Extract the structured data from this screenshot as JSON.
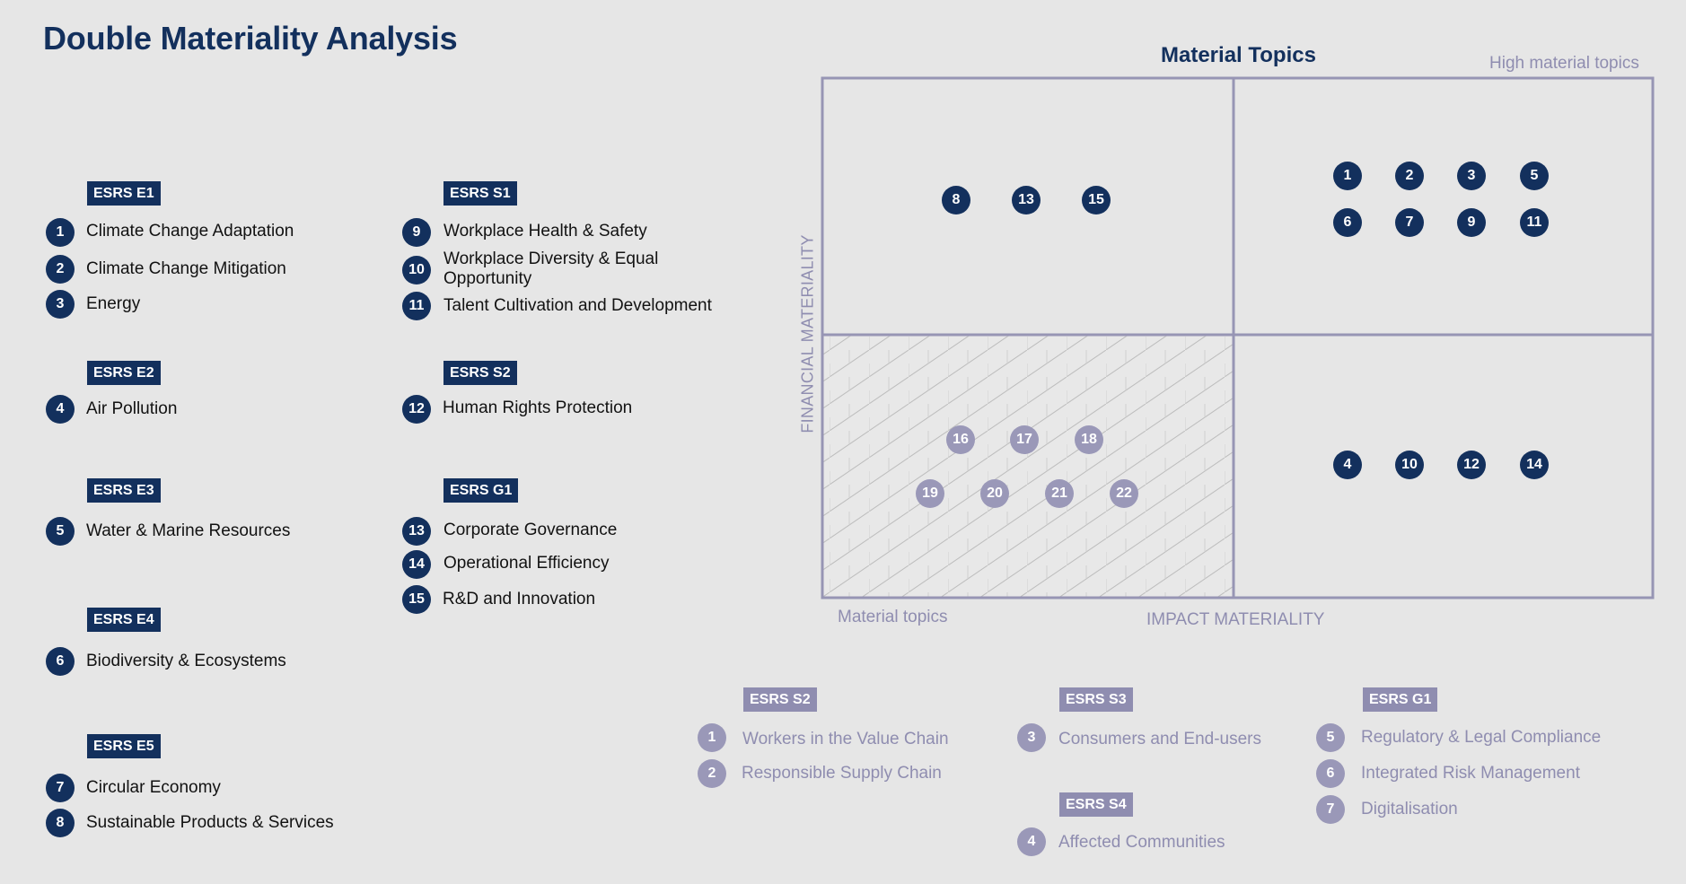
{
  "page": {
    "title": "Double Materiality Analysis"
  },
  "left_legend": [
    {
      "badge": "ESRS E1",
      "items": [
        {
          "num": "1",
          "label": "Climate Change Adaptation"
        },
        {
          "num": "2",
          "label": "Climate Change Mitigation"
        },
        {
          "num": "3",
          "label": "Energy"
        }
      ]
    },
    {
      "badge": "ESRS E2",
      "items": [
        {
          "num": "4",
          "label": "Air Pollution"
        }
      ]
    },
    {
      "badge": "ESRS E3",
      "items": [
        {
          "num": "5",
          "label": "Water & Marine Resources"
        }
      ]
    },
    {
      "badge": "ESRS E4",
      "items": [
        {
          "num": "6",
          "label": "Biodiversity & Ecosystems"
        }
      ]
    },
    {
      "badge": "ESRS E5",
      "items": [
        {
          "num": "7",
          "label": "Circular Economy"
        },
        {
          "num": "8",
          "label": "Sustainable Products & Services"
        }
      ]
    },
    {
      "badge": "ESRS S1",
      "items": [
        {
          "num": "9",
          "label": "Workplace Health & Safety"
        },
        {
          "num": "10",
          "label": "Workplace Diversity & Equal",
          "label2": "Opportunity"
        },
        {
          "num": "11",
          "label": "Talent Cultivation and Development"
        }
      ]
    },
    {
      "badge": "ESRS S2",
      "items": [
        {
          "num": "12",
          "label": "Human Rights Protection"
        }
      ]
    },
    {
      "badge": "ESRS G1",
      "items": [
        {
          "num": "13",
          "label": "Corporate Governance"
        },
        {
          "num": "14",
          "label": "Operational Efficiency"
        },
        {
          "num": "15",
          "label": "R&D and Innovation"
        }
      ]
    }
  ],
  "matrix": {
    "title": "Material Topics",
    "top_right_label": "High material topics",
    "bottom_left_label": "Material topics",
    "x_axis_label": "IMPACT MATERIALITY",
    "y_axis_label": "FINANCIAL MATERIALITY",
    "quadrants": {
      "top_left": [
        "8",
        "13",
        "15"
      ],
      "top_right_row1": [
        "1",
        "2",
        "3",
        "5"
      ],
      "top_right_row2": [
        "6",
        "7",
        "9",
        "11"
      ],
      "bottom_right": [
        "4",
        "10",
        "12",
        "14"
      ],
      "bottom_left_row1": [
        "16",
        "17",
        "18"
      ],
      "bottom_left_row2": [
        "19",
        "20",
        "21",
        "22"
      ]
    }
  },
  "bottom_legend": [
    {
      "badge": "ESRS S2",
      "items": [
        {
          "num": "1",
          "label": "Workers in the Value Chain"
        },
        {
          "num": "2",
          "label": "Responsible Supply Chain"
        }
      ]
    },
    {
      "badge": "ESRS S3",
      "items": [
        {
          "num": "3",
          "label": "Consumers and End-users"
        }
      ]
    },
    {
      "badge": "ESRS S4",
      "items": [
        {
          "num": "4",
          "label": "Affected Communities"
        }
      ]
    },
    {
      "badge": "ESRS G1",
      "items": [
        {
          "num": "5",
          "label": "Regulatory & Legal Compliance"
        },
        {
          "num": "6",
          "label": "Integrated Risk Management"
        },
        {
          "num": "7",
          "label": "Digitalisation"
        }
      ]
    }
  ],
  "colors": {
    "dark": "#13305d",
    "light": "#9a98b8",
    "grid": "#9795b4",
    "background": "#e6e6e6"
  }
}
